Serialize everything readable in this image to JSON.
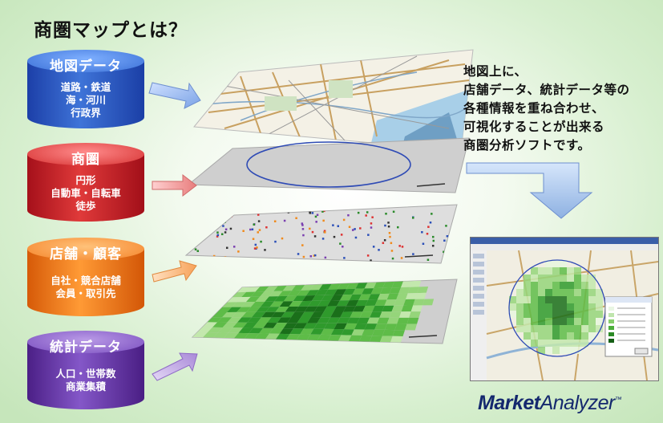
{
  "title": "商圏マップとは？",
  "cylinders": [
    {
      "heading": "地図データ",
      "lines": [
        "道路・鉄道",
        "海・河川",
        "行政界"
      ],
      "color": "#2d5cc4"
    },
    {
      "heading": "商圏",
      "lines": [
        "円形",
        "自動車・自転車",
        "徒歩"
      ],
      "color": "#cc2230"
    },
    {
      "heading": "店舗・顧客",
      "lines": [
        "自社・競合店舗",
        "会員・取引先"
      ],
      "color": "#f07a22"
    },
    {
      "heading": "統計データ",
      "lines": [
        "人口・世帯数",
        "商業集積"
      ],
      "color": "#6a3fae"
    }
  ],
  "description": [
    "地図上に、",
    "店舗データ、統計データ等の",
    "各種情報を重ね合わせ、",
    "可視化することが出来る",
    "商圏分析ソフトです。"
  ],
  "logo": {
    "bold": "Market",
    "normal": "Analyzer",
    "tm": "™"
  }
}
